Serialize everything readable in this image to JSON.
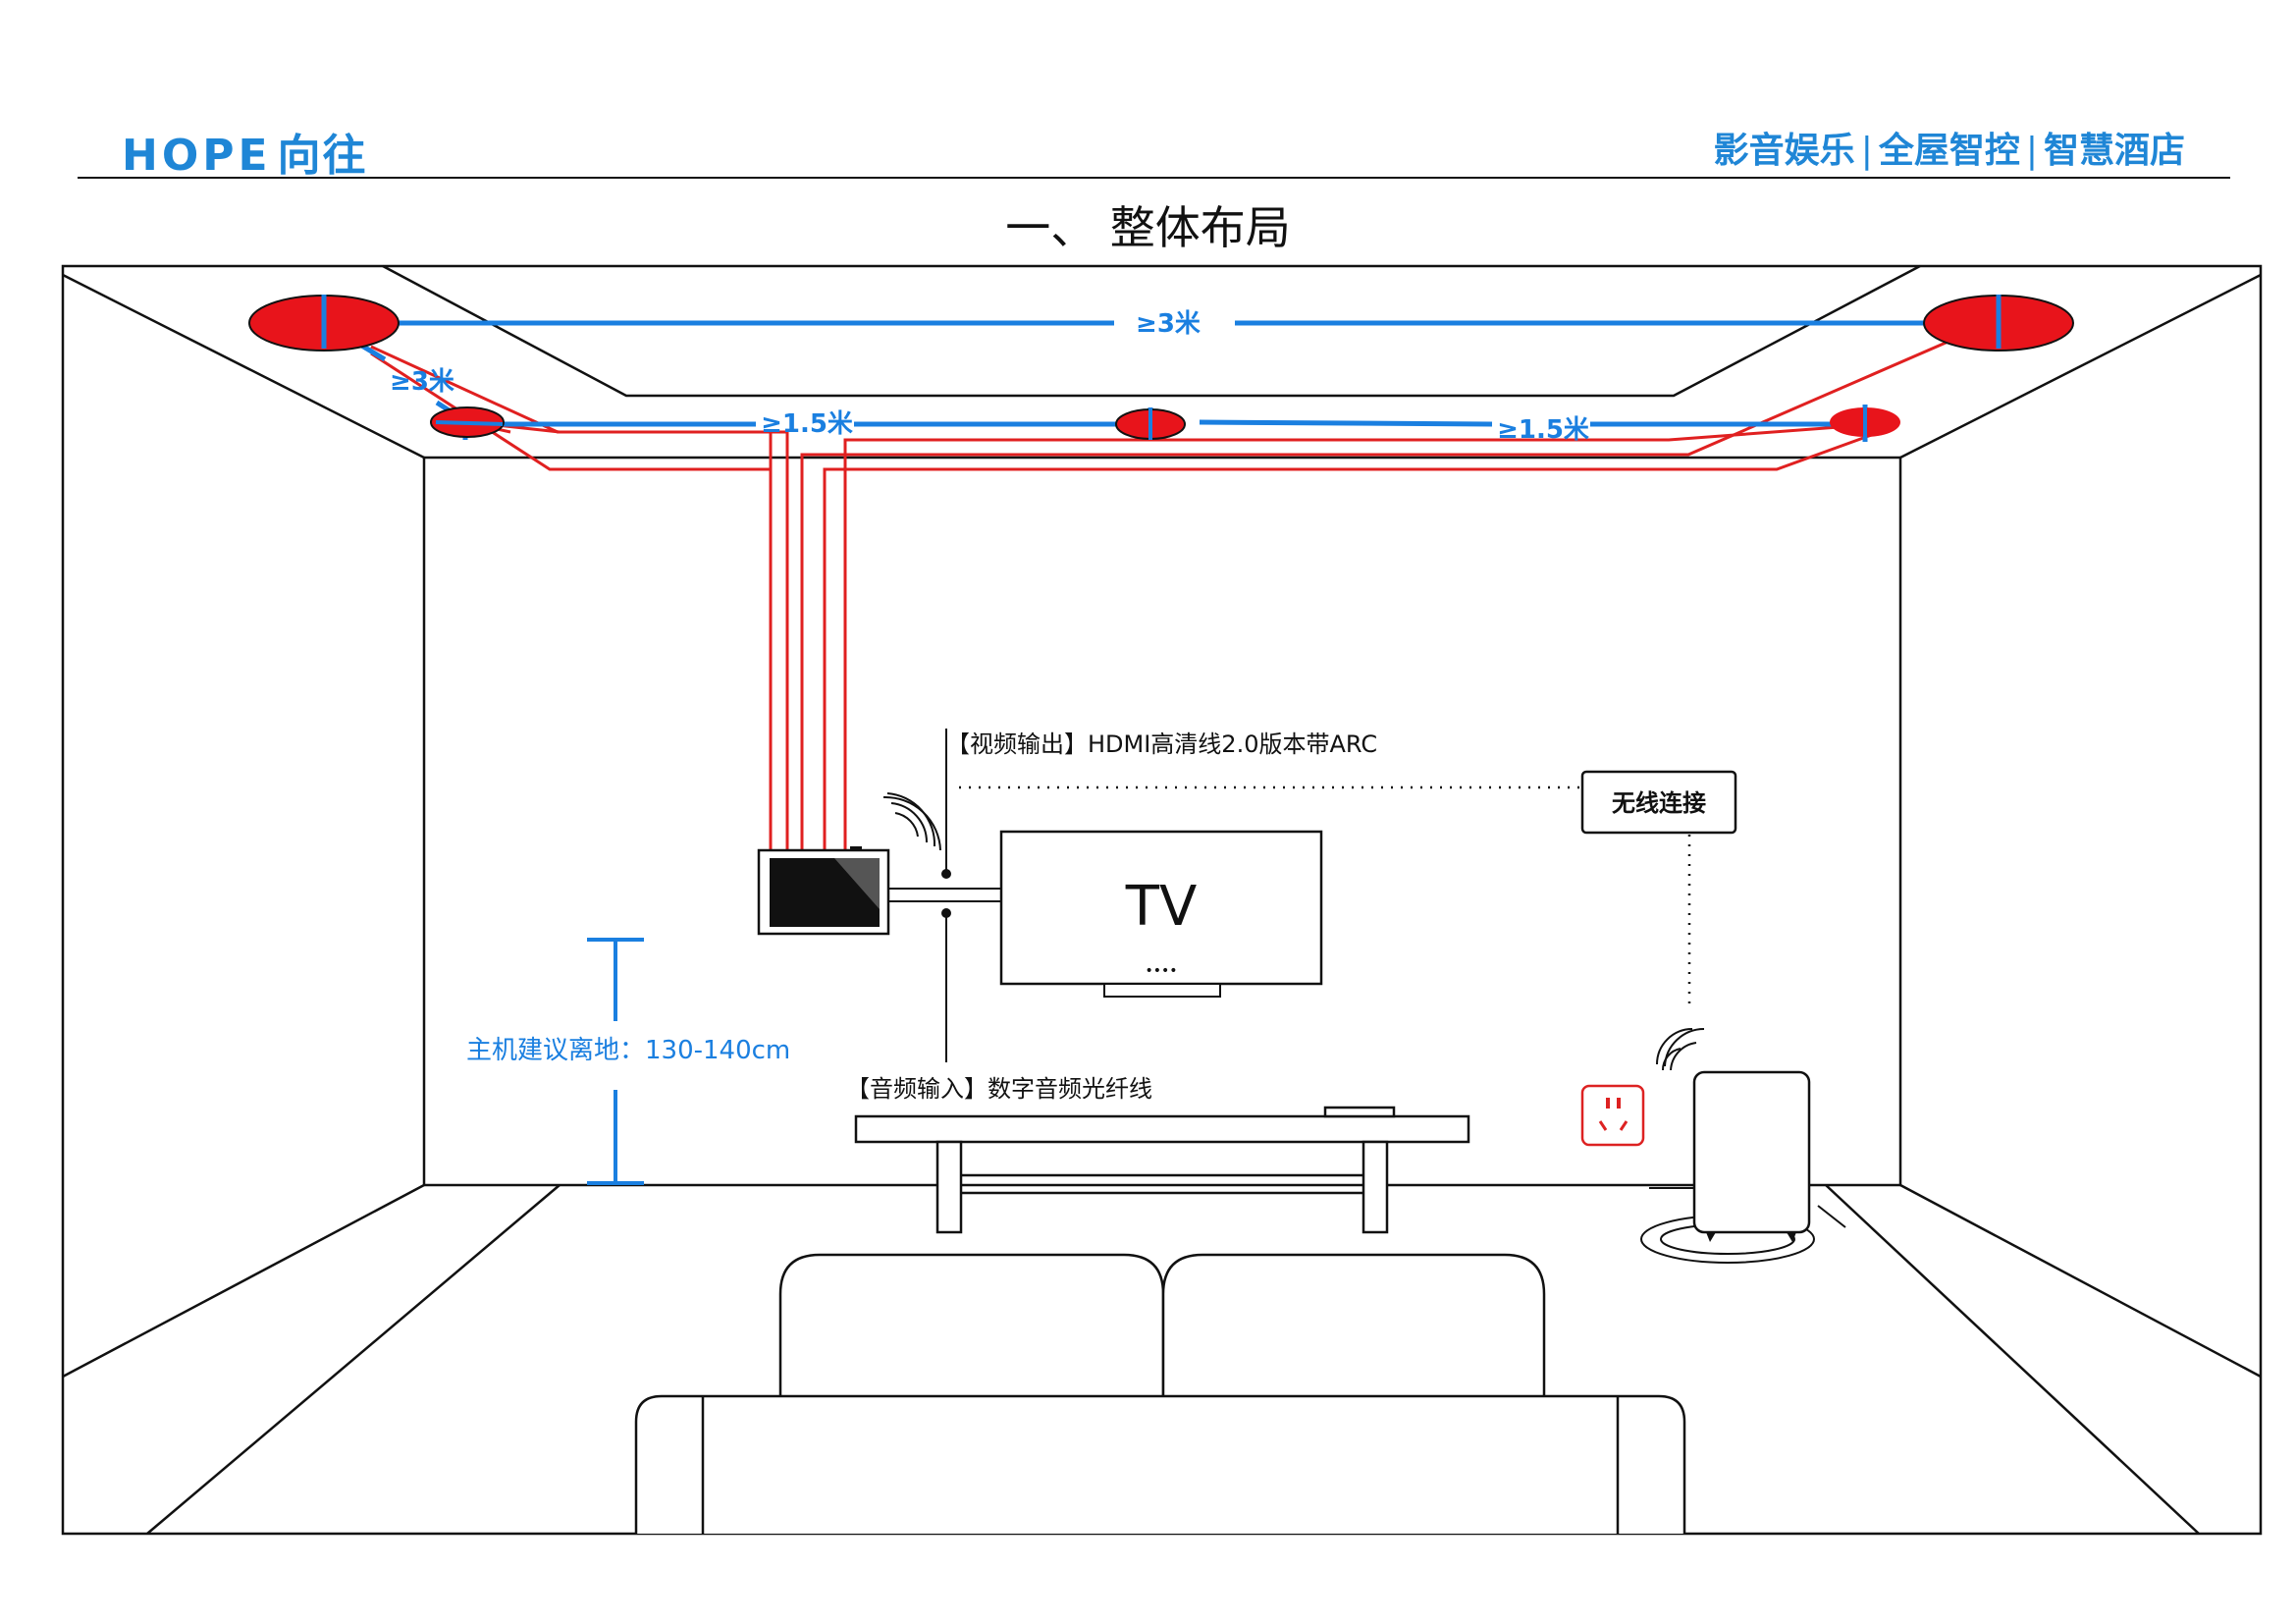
{
  "header": {
    "brand_latin": "HOPE",
    "brand_cn": "向往",
    "tagline": [
      "影音娱乐",
      "全屋智控",
      "智慧酒店"
    ],
    "tagline_separator": "|"
  },
  "title": "一、 整体布局",
  "diagram": {
    "dist_top": "≥3米",
    "dist_side": "≥3米",
    "dist_left": "≥1.5米",
    "dist_right": "≥1.5米",
    "video_out_label": "【视频输出】HDMI高清线2.0版本带ARC",
    "audio_in_label": "【音频输入】数字音频光纤线",
    "wireless_label": "无线连接",
    "tv_label": "TV",
    "tv_dots": "••••",
    "host_height_label": "主机建议离地：130-140cm"
  },
  "colors": {
    "brand_blue": "#1f86d6",
    "measure_blue": "#1a7fe0",
    "speaker_red": "#e8141b",
    "wire_red": "#e02020",
    "outline": "#111111"
  },
  "icons": [
    "speaker-icon",
    "wifi-signal-icon",
    "power-outlet-icon",
    "subwoofer-icon",
    "control-host-icon"
  ]
}
